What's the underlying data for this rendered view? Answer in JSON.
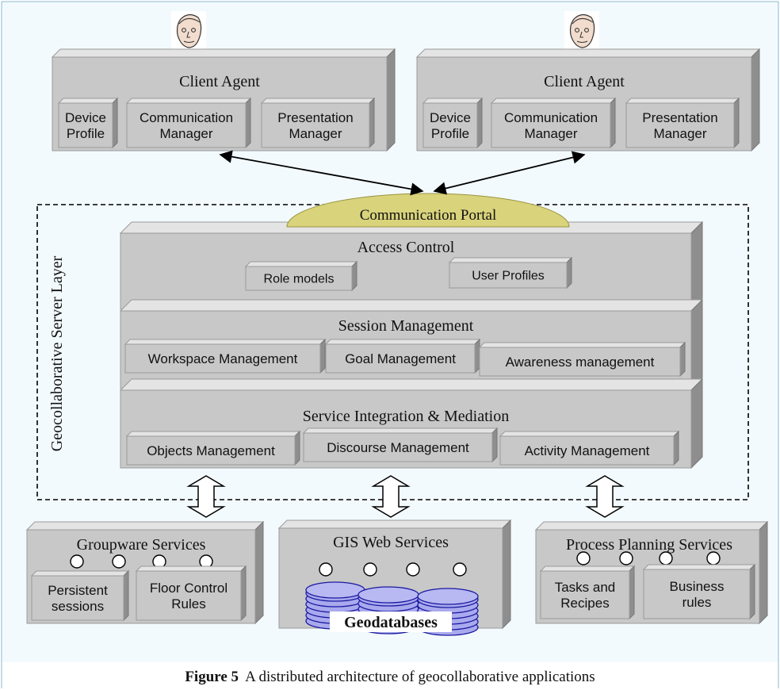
{
  "client_agents": [
    {
      "title": "Client Agent",
      "modules": [
        "Device\nProfile",
        "Communication\nManager",
        "Presentation\nManager"
      ]
    },
    {
      "title": "Client Agent",
      "modules": [
        "Device\nProfile",
        "Communication\nManager",
        "Presentation\nManager"
      ]
    }
  ],
  "server": {
    "layer_label": "Geocollaborative Server\nLayer",
    "portal": "Communication Portal",
    "access_control": {
      "title": "Access Control",
      "modules": [
        "Role models",
        "User Profiles"
      ]
    },
    "session_management": {
      "title": "Session Management",
      "modules": [
        "Workspace Management",
        "Goal Management",
        "Awareness management"
      ]
    },
    "service_integration": {
      "title": "Service Integration & Mediation",
      "modules": [
        "Objects Management",
        "Discourse Management",
        "Activity Management"
      ]
    }
  },
  "services": [
    {
      "title": "Groupware Services",
      "modules": [
        "Persistent\nsessions",
        "Floor Control\nRules"
      ]
    },
    {
      "title": "GIS Web Services",
      "database": "Geodatabases"
    },
    {
      "title": "Process Planning Services",
      "modules": [
        "Tasks and\nRecipes",
        "Business\nrules"
      ]
    }
  ],
  "caption": {
    "label": "Figure 5",
    "text": "A distributed architecture of geocollaborative applications"
  },
  "colors": {
    "page_bg": "#f3fafe",
    "box_face": "#c8c8c8",
    "box_top": "#e4e4e4",
    "box_side": "#8e8e8e",
    "portal": "#d9d37c",
    "database": "#a9a9ee",
    "database_edge": "#1a1aa0"
  }
}
